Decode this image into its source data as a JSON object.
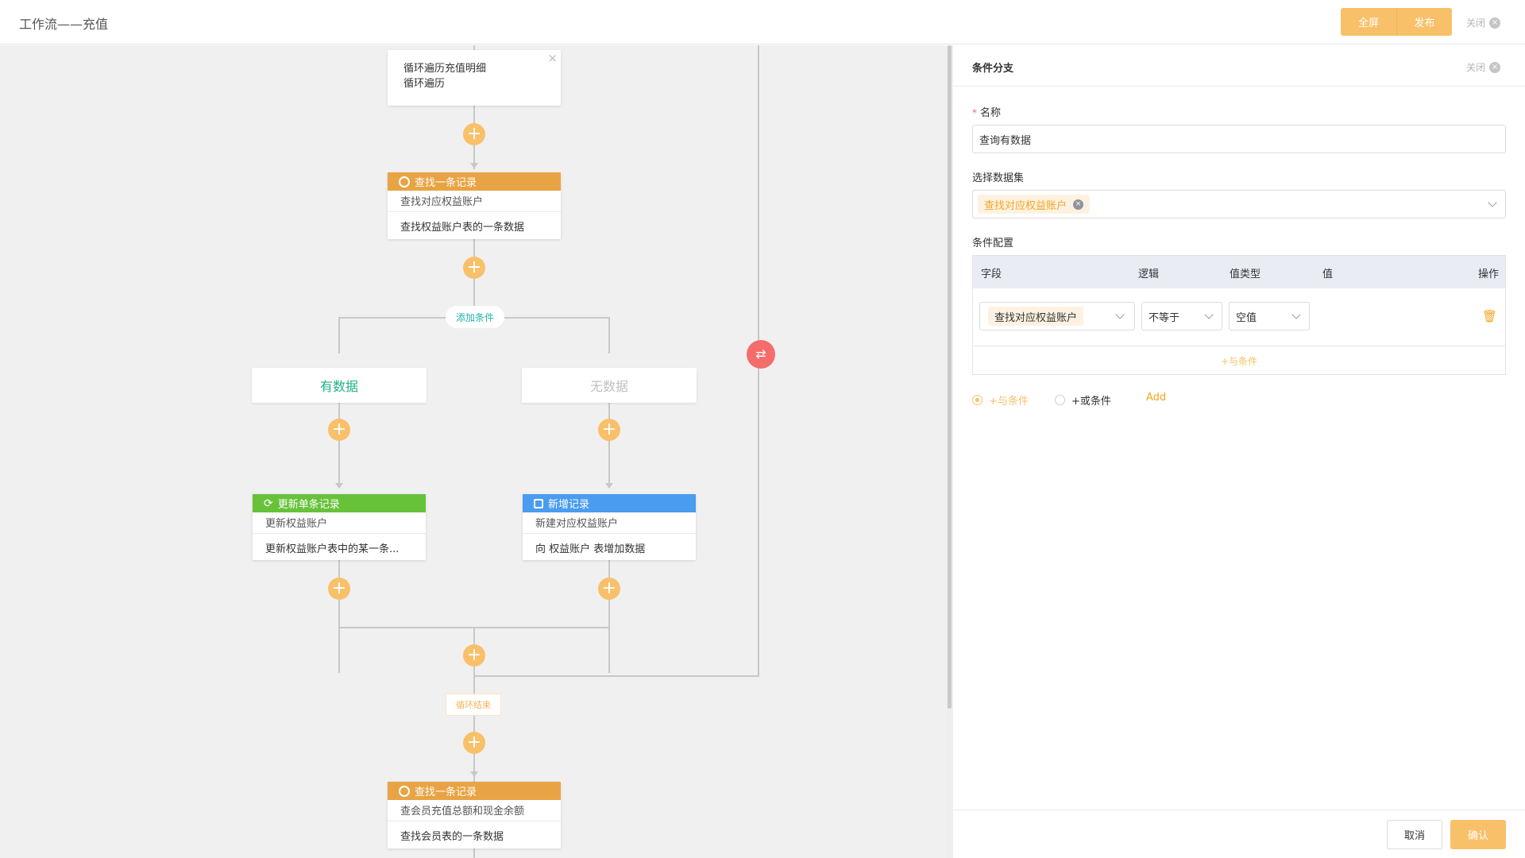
{
  "header": {
    "title": "工作流——充值",
    "fullscreen_label": "全屏",
    "publish_label": "发布",
    "close_label": "关闭"
  },
  "flow": {
    "loop_node": {
      "name": "循环遍历充值明细",
      "desc": "循环遍历"
    },
    "find_node_1": {
      "type_label": "查找一条记录",
      "name": "查找对应权益账户",
      "desc": "查找权益账户表的一条数据"
    },
    "add_condition_label": "添加条件",
    "branch_yes": "有数据",
    "branch_no": "无数据",
    "update_node": {
      "type_label": "更新单条记录",
      "name": "更新权益账户",
      "desc": "更新权益账户表中的某一条..."
    },
    "create_node": {
      "type_label": "新增记录",
      "name": "新建对应权益账户",
      "desc": "向 权益账户 表增加数据"
    },
    "loop_end_label": "循环结束",
    "find_node_2": {
      "type_label": "查找一条记录",
      "name": "查会员充值总额和现金余额",
      "desc": "查找会员表的一条数据"
    },
    "colors": {
      "find": "#e8a444",
      "update": "#67c23a",
      "create": "#4a9cf0",
      "loop_back": "#f56c6c",
      "plus": "#f9c06a"
    }
  },
  "panel": {
    "title": "条件分支",
    "close_label": "关闭",
    "name_label": "名称",
    "name_value": "查询有数据",
    "dataset_label": "选择数据集",
    "dataset_tag": "查找对应权益账户",
    "condition_label": "条件配置",
    "table": {
      "headers": [
        "字段",
        "逻辑",
        "值类型",
        "值",
        "操作"
      ],
      "row": {
        "field": "查找对应权益账户",
        "logic": "不等于",
        "value_type": "空值"
      },
      "and_condition": "+与条件"
    },
    "radios": {
      "and": "+与条件",
      "or": "+或条件"
    },
    "add_label": "Add",
    "cancel_label": "取消",
    "confirm_label": "确认"
  }
}
